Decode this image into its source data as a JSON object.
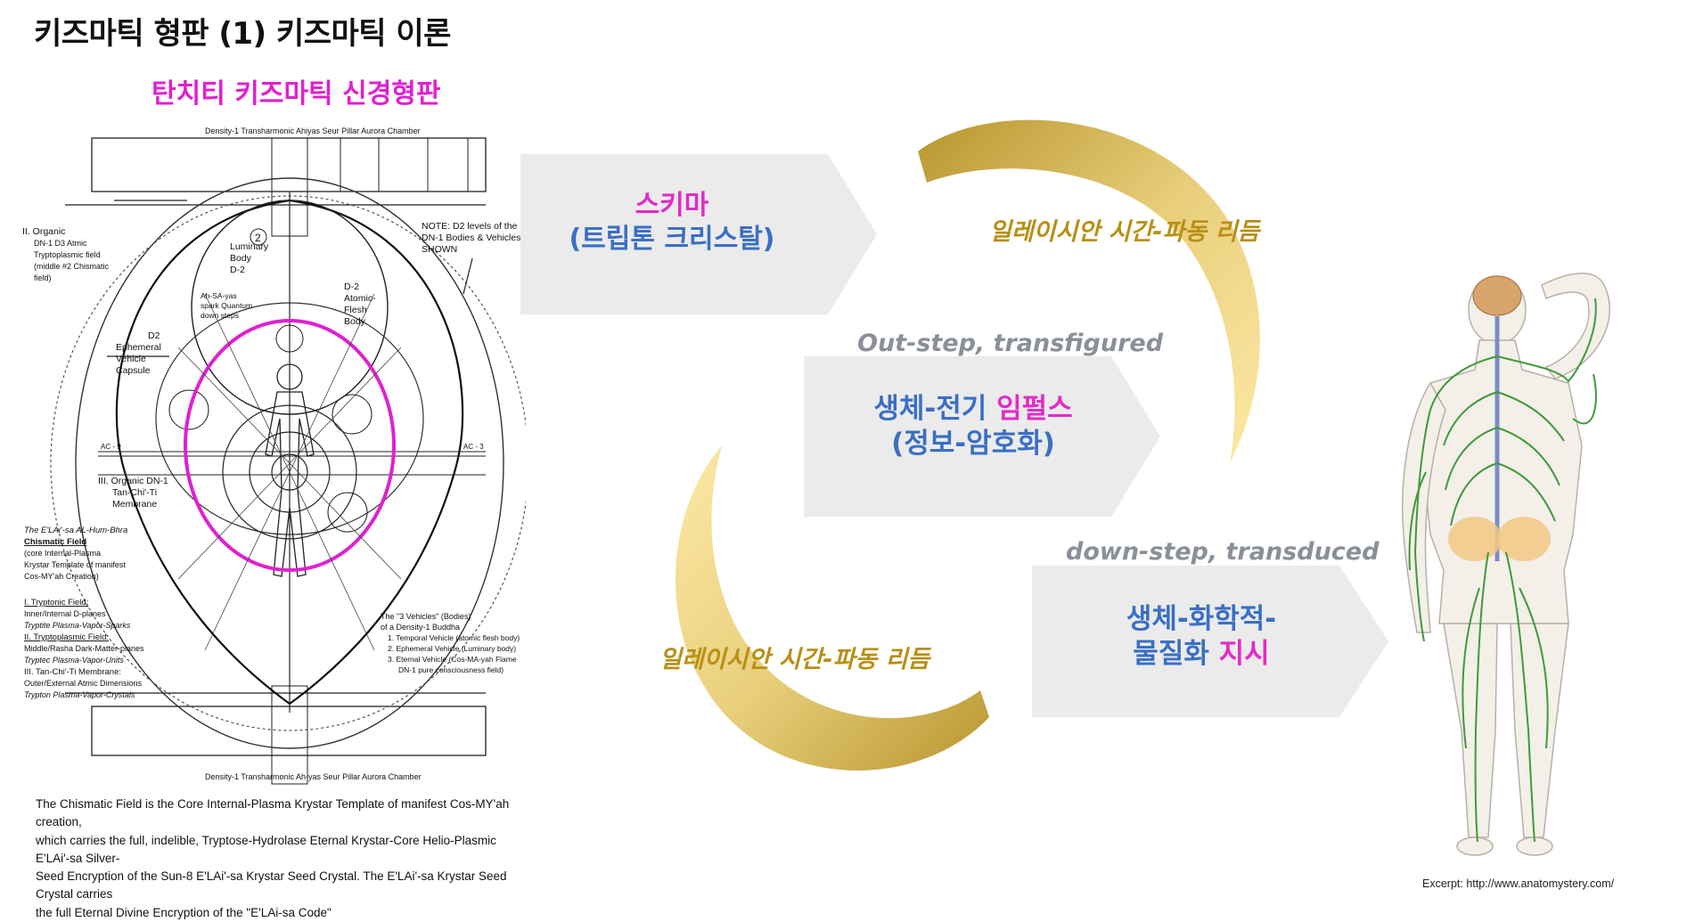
{
  "page_title": "키즈마틱 형판 (1) 키즈마틱 이론",
  "left_subtitle": "탄치티 키즈마틱 신경형판",
  "diagram": {
    "top_label": "Density-1 Transharmonic Ahiyas Seur Pillar Aurora Chamber",
    "bottom_label": "Density-1 Transharmonic Ah-yas Seur Pillar Aurora Chamber",
    "note_d2_1": "NOTE: D2 levels of the",
    "note_d2_2": "DN-1 Bodies & Vehicles",
    "note_d2_3": "SHOWN",
    "organic_1": "II. Organic",
    "organic_2": "DN-1 D3 Atmic",
    "organic_3": "Tryptoplasmic field",
    "organic_4": "(middle #2 Chismatic",
    "organic_5": "field)",
    "luminary_1": "Luminary",
    "luminary_2": "Body",
    "luminary_3": "D-2",
    "ahsa_1": "Ah-SA-yas",
    "ahsa_2": "spark Quantum",
    "ahsa_3": "down steps",
    "atomic_1": "D-2",
    "atomic_2": "Atomic-",
    "atomic_3": "Flesh",
    "atomic_4": "Body",
    "ephemeral_1": "D2",
    "ephemeral_2": "Ephemeral",
    "ephemeral_3": "Vehicle",
    "ephemeral_4": "Capsule",
    "organic_dn1_1": "III. Organic DN-1",
    "organic_dn1_2": "Tan-Chi'-Ti",
    "organic_dn1_3": "Membrane",
    "elai_1": "The E'LAi'-sa AL-Hum-Bhra",
    "elai_2": "Chismatic Field",
    "elai_3": "(core Internal-Plasma",
    "elai_4": "Krystar Template of manifest",
    "elai_5": "Cos-MY'ah Creation)",
    "field_1": "I. Tryptonic Field:",
    "field_2": "Inner/Internal D-planes",
    "field_3": "Tryptite Plasma-Vapor-Sparks",
    "field_4": "II. Tryptoplasmic Field:",
    "field_5": "Middle/Rasha Dark-Matter-planes",
    "field_6": "Tryptec Plasma-Vapor-Units",
    "field_7": "III. Tan-Chi'-Ti Membrane:",
    "field_8": "Outer/External Atmic Dimensions",
    "field_9": "Trypton Plasma-Vapor-Crystals",
    "vehicles_1": "The \"3 Vehicles\" (Bodies)",
    "vehicles_2": "of a Density-1 Buddha",
    "vehicles_3": "1. Temporal Vehicle (atomic flesh body)",
    "vehicles_4": "2. Ephemeral Vehicle (Luminary body)",
    "vehicles_5": "3. Eternal Vehicle (Cos-MA-yah Flame",
    "vehicles_6": "DN-1 pure consciousness field)",
    "ac9": "AC - 9",
    "ac3": "AC - 3",
    "circle_num": "2",
    "caption_1": "The Chismatic Field is the Core Internal-Plasma Krystar Template of manifest Cos-MY'ah creation,",
    "caption_2": "which carries the full, indelible, Tryptose-Hydrolase Eternal Krystar-Core Helio-Plasmic E'LAi'-sa Silver-",
    "caption_3": "Seed Encryption of the Sun-8 E'LAi'-sa Krystar Seed Crystal. The E'LAi'-sa Krystar Seed Crystal carries",
    "caption_4": "the full Eternal Divine Encryption of the \"E'LAi-sa Code\""
  },
  "flow": {
    "box1_line1": "스키마",
    "box1_line2": "(트립톤 크리스탈)",
    "box2_line1a": "생체-전기 ",
    "box2_line1b": "임펄스",
    "box2_line2": "(정보-암호화)",
    "box3_line1": "생체-화학적-",
    "box3_line2a": "물질화 ",
    "box3_line2b": "지시",
    "step_out": "Out-step, transfigured",
    "step_down": "down-step, transduced",
    "rhythm_top": "일레이시안 시간-파동 리듬",
    "rhythm_bottom": "일레이시안 시간-파동 리듬"
  },
  "anatomy_caption": "Excerpt: http://www.anatomystery.com/",
  "colors": {
    "magenta": "#e22bc8",
    "blue": "#3a6fc4",
    "gold": "#b88f16",
    "step_gray": "#8a8f98",
    "box_gray": "#ebebeb"
  }
}
